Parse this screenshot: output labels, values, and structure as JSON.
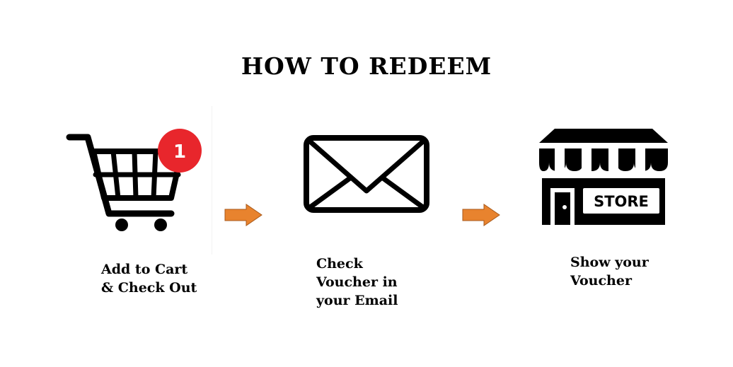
{
  "title": "HOW TO REDEEM",
  "colors": {
    "badge": "#e8262c",
    "arrow": "#e8832e",
    "icon": "#000000"
  },
  "steps": [
    {
      "icon": "shopping-cart-icon",
      "badge_count": "1",
      "label": "Add to Cart\n& Check Out"
    },
    {
      "icon": "envelope-icon",
      "label": "Check\nVoucher in\nyour Email"
    },
    {
      "icon": "store-icon",
      "sign_text": "STORE",
      "label": "Show your\nVoucher"
    }
  ],
  "connectors": [
    "arrow-right-icon",
    "arrow-right-icon"
  ]
}
